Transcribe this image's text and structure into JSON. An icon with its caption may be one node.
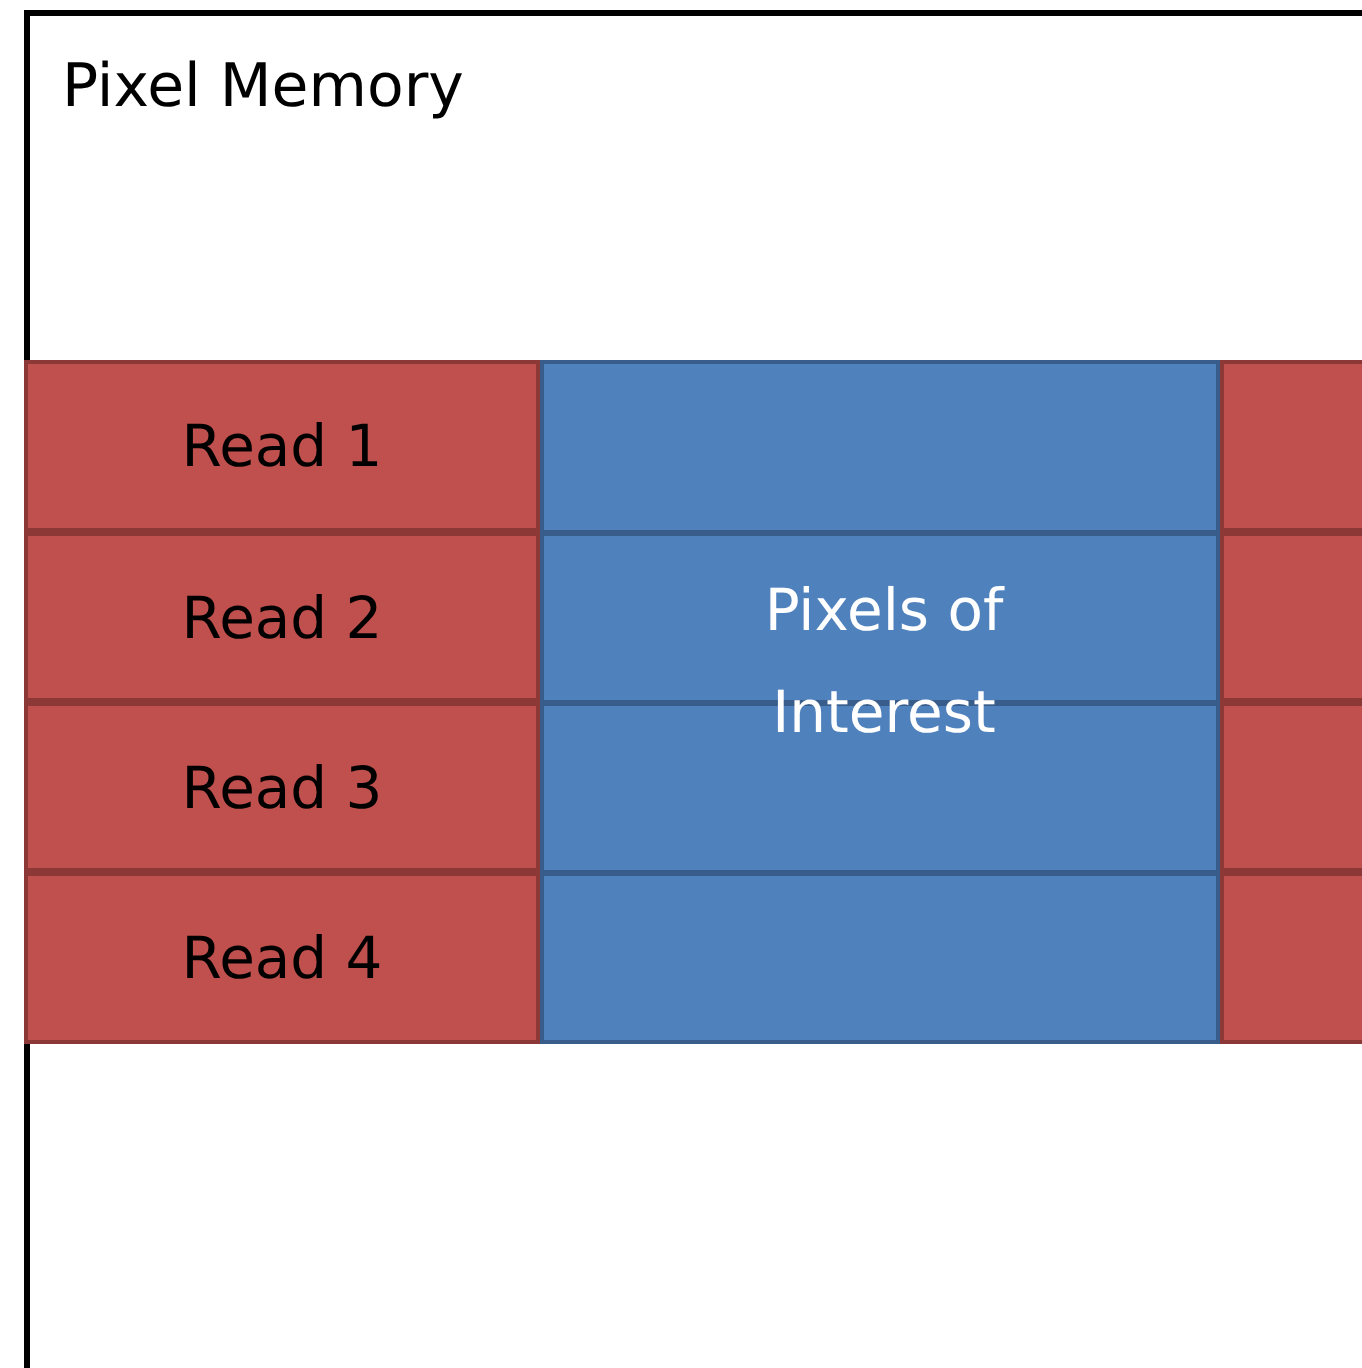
{
  "diagram": {
    "nodes": [
      {
        "text": [
          "Pixel Memory"
        ]
      },
      {
        "text": [
          "Read 1"
        ],
        "in": 0
      },
      {
        "text": [
          "Read 2"
        ],
        "in": 0
      },
      {
        "text": [
          "Read 3"
        ],
        "in": 0
      },
      {
        "text": [
          "Read 4"
        ],
        "in": 0
      },
      {
        "text": [
          "Pixels of Interest"
        ],
        "in": 0
      },
      {
        "text": [],
        "shape": "box",
        "in": 0
      },
      {
        "text": [],
        "shape": "box",
        "in": 0
      },
      {
        "text": [],
        "shape": "box",
        "in": 0
      },
      {
        "text": [],
        "shape": "box",
        "in": 0
      }
    ],
    "edges": []
  }
}
